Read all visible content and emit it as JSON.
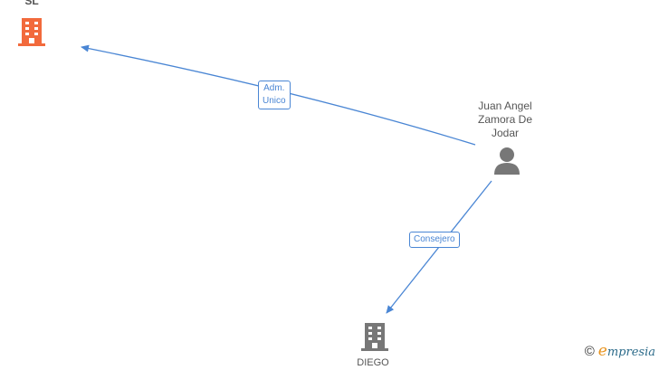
{
  "nodes": {
    "company_top": {
      "label": "SL",
      "icon": "building-icon",
      "color": "#f26a3c"
    },
    "person": {
      "label_lines": [
        "Juan Angel",
        "Zamora De",
        "Jodar"
      ],
      "icon": "person-icon",
      "color": "#777777"
    },
    "company_bottom": {
      "label": "DIEGO",
      "icon": "building-icon",
      "color": "#777777"
    }
  },
  "edges": {
    "adm": {
      "lines": [
        "Adm.",
        "Unico"
      ],
      "color": "#4a86d4"
    },
    "consejero": {
      "lines": [
        "Consejero"
      ],
      "color": "#4a86d4"
    }
  },
  "brand": {
    "copyright": "©",
    "e": "e",
    "name": "mpresia"
  }
}
